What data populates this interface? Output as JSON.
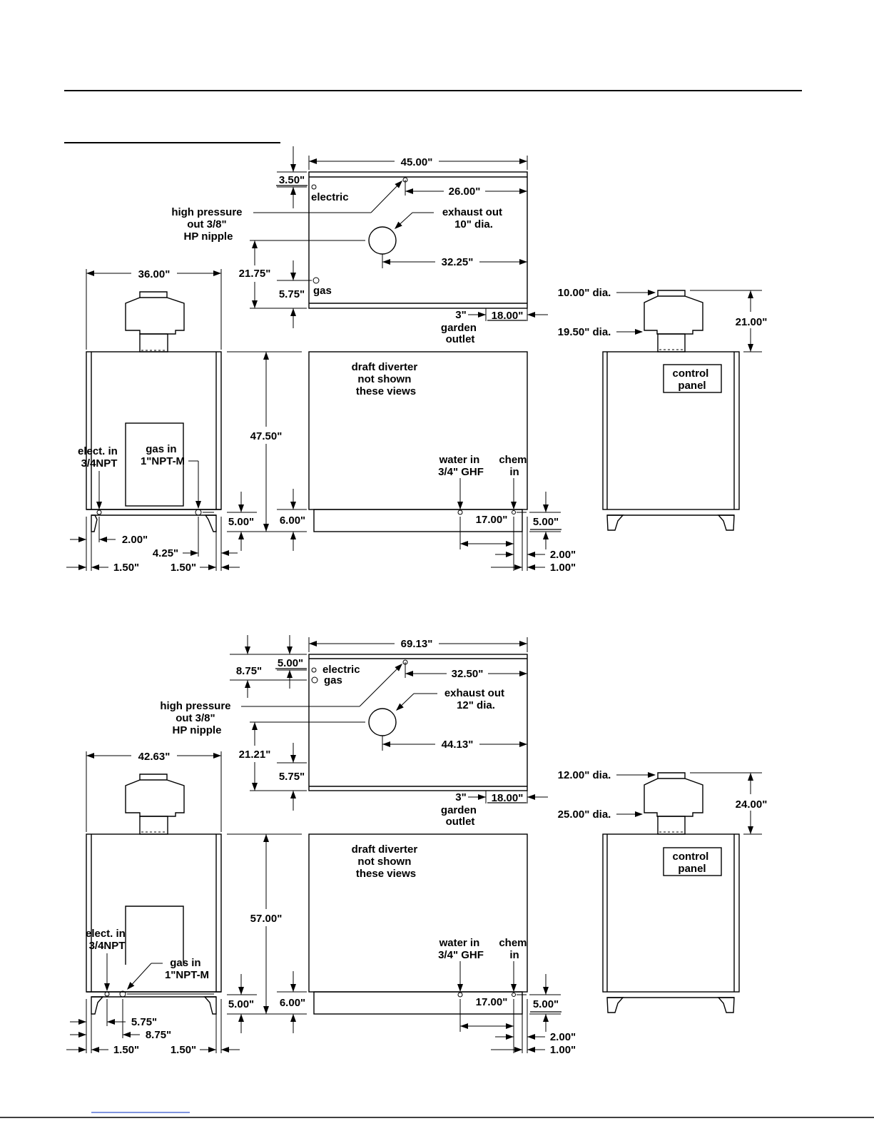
{
  "unit_a": {
    "overall_width": "45.00\"",
    "top_margin": "3.50\"",
    "hp_offset": "26.00\"",
    "electric_label": "electric",
    "hp_label": [
      "high pressure",
      "out 3/8\"",
      "HP nipple"
    ],
    "exhaust_label": [
      "exhaust out",
      "10\" dia."
    ],
    "exhaust_offset": "32.25\"",
    "hp_depth": "21.75\"",
    "gas_offset": "5.75\"",
    "gas_label": "gas",
    "garden_offset": "3\"",
    "garden_right": "18.00\"",
    "garden_label": [
      "garden",
      "outlet"
    ],
    "front_width": "36.00\"",
    "flue_dia": "10.00\" dia.",
    "hood_dia": "19.50\" dia.",
    "stack_height": "21.00\"",
    "cabinet_height": "47.50\"",
    "draft_note": [
      "draft  diverter",
      "not shown",
      "these views"
    ],
    "control_panel": [
      "control",
      "panel"
    ],
    "elect_in": [
      "elect. in",
      "3/4NPT"
    ],
    "gas_in": [
      "gas in",
      "1\"NPT-M"
    ],
    "water_in": [
      "water in",
      "3/4\" GHF"
    ],
    "chem_in": [
      "chem",
      "in"
    ],
    "front_conn_height": "5.00\"",
    "base_height": "6.00\"",
    "water_chem_dist": "17.00\"",
    "side_conn_height": "5.00\"",
    "elec_offset": "2.00\"",
    "gas_side_offset": "4.25\"",
    "left_margin": "1.50\"",
    "right_margin": "1.50\"",
    "chem_offset": "2.00\"",
    "side_margin": "1.00\""
  },
  "unit_b": {
    "overall_width": "69.13\"",
    "top_margin": "5.00\"",
    "gas_top": "8.75\"",
    "hp_offset": "32.50\"",
    "electric_label": "electric",
    "gas_label": "gas",
    "hp_label": [
      "high pressure",
      "out 3/8\"",
      "HP nipple"
    ],
    "exhaust_label": [
      "exhaust out",
      "12\" dia."
    ],
    "exhaust_offset": "44.13\"",
    "hp_depth": "21.21\"",
    "bottom_offset": "5.75\"",
    "garden_offset": "3\"",
    "garden_right": "18.00\"",
    "garden_label": [
      "garden",
      "outlet"
    ],
    "front_width": "42.63\"",
    "flue_dia": "12.00\" dia.",
    "hood_dia": "25.00\" dia.",
    "stack_height": "24.00\"",
    "cabinet_height": "57.00\"",
    "draft_note": [
      "draft  diverter",
      "not shown",
      "these views"
    ],
    "control_panel": [
      "control",
      "panel"
    ],
    "elect_in": [
      "elect. in",
      "3/4NPT"
    ],
    "gas_in": [
      "gas in",
      "1\"NPT-M"
    ],
    "water_in": [
      "water in",
      "3/4\" GHF"
    ],
    "chem_in": [
      "chem",
      "in"
    ],
    "front_conn_height": "5.00\"",
    "base_height": "6.00\"",
    "water_chem_dist": "17.00\"",
    "side_conn_height": "5.00\"",
    "elec_offset": "5.75\"",
    "gas_side_offset": "8.75\"",
    "left_margin": "1.50\"",
    "right_margin": "1.50\"",
    "chem_offset": "2.00\"",
    "side_margin": "1.00\""
  }
}
